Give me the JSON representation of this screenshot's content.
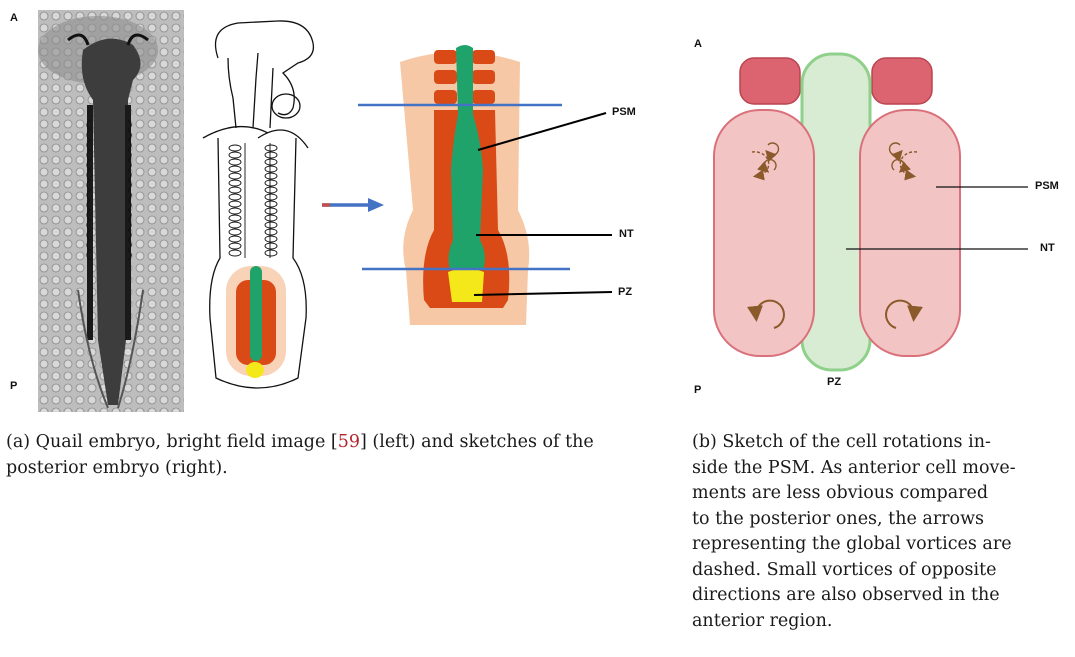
{
  "panel_a": {
    "corner_top": "A",
    "corner_bottom": "P",
    "labels": {
      "psm": "PSM",
      "nt": "NT",
      "pz": "PZ"
    },
    "caption": {
      "pre": "(a) Quail embryo, bright field image [",
      "ref": "59",
      "post": "] (left) and sketches of the posterior embryo (right)."
    }
  },
  "panel_b": {
    "corner_top": "A",
    "corner_bottom": "P",
    "labels": {
      "psm": "PSM",
      "nt": "NT",
      "pz": "PZ"
    },
    "caption_lines": [
      "(b) Sketch of the cell rotations in-",
      "side the PSM. As anterior cell move-",
      "ments are less obvious compared",
      "to the posterior ones, the arrows",
      "representing the global vortices are",
      "dashed.  Small vortices of opposite",
      "directions are also observed in the",
      "anterior region."
    ]
  },
  "colors": {
    "psm_orange": "#d94a17",
    "nt_green": "#1fa36b",
    "pz_yellow": "#f5e81a",
    "peach": "#f6c8a6",
    "blue_line": "#4472c4",
    "pink_psm": "#f2c4c4",
    "pink_border": "#d9707a",
    "somite_red": "#dc6470",
    "nt_light_green": "#d8ecd4",
    "nt_green_border": "#8fd08a",
    "arrow_brown": "#8b5a2b"
  }
}
